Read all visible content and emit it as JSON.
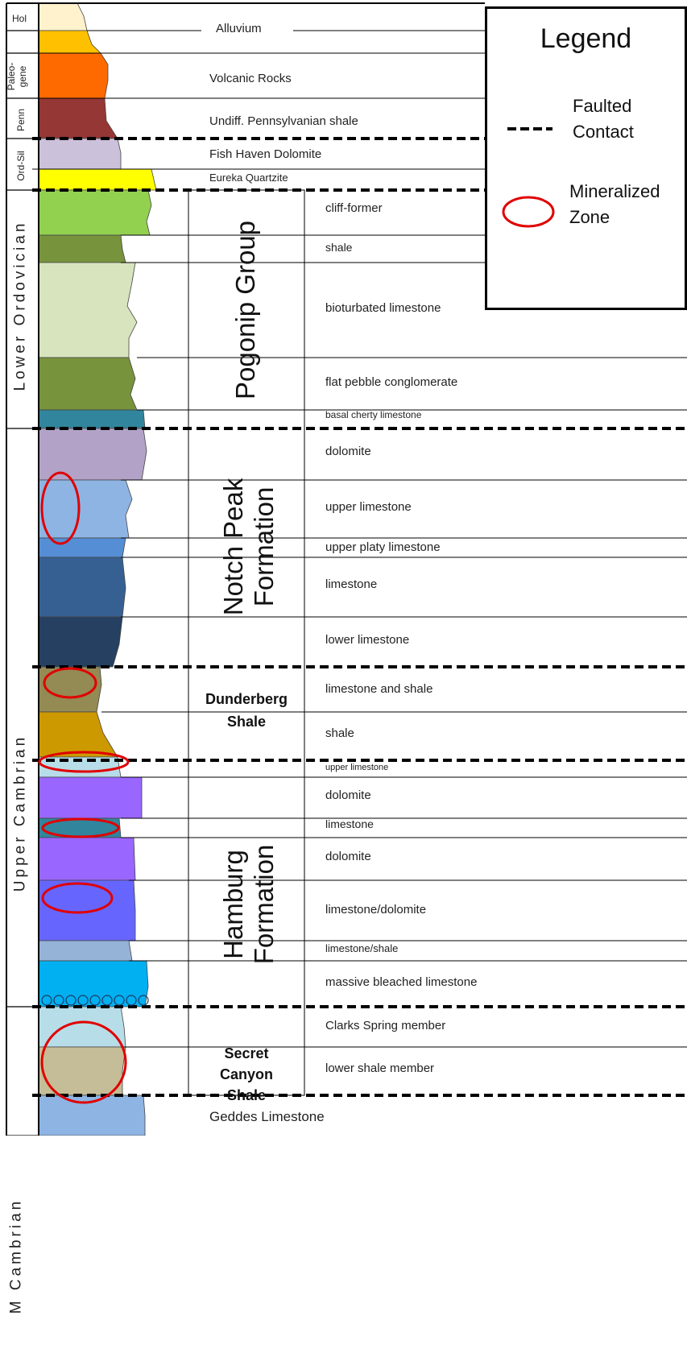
{
  "periods": [
    {
      "key": "hol",
      "label": "Hol"
    },
    {
      "key": "paleo",
      "label": "Paleo-"
    },
    {
      "key": "paleo2",
      "label": "gene"
    },
    {
      "key": "penn",
      "label": "Penn"
    },
    {
      "key": "ordsil",
      "label": "Ord-Sil"
    },
    {
      "key": "lord",
      "label": "Lower Ordovician"
    },
    {
      "key": "ucamb",
      "label": "Upper Cambrian"
    },
    {
      "key": "mcamb",
      "label": "M Cambrian"
    }
  ],
  "formations": {
    "pogonip": "Pogonip Group",
    "notch1": "Notch Peak",
    "notch2": "Formation",
    "dunder1": "Dunderberg",
    "dunder2": "Shale",
    "hamburg1": "Hamburg",
    "hamburg2": "Formation",
    "secret1": "Secret",
    "secret2": "Canyon",
    "secret3": "Shale"
  },
  "units": {
    "alluvium": "Alluvium",
    "volcanic": "Volcanic Rocks",
    "penn_shale": "Undiff. Pennsylvanian shale",
    "fish_haven": "Fish Haven Dolomite",
    "eureka": "Eureka Quartzite",
    "cliff_former": "cliff-former",
    "shale_pog": "shale",
    "bioturbated": "bioturbated limestone",
    "flat_pebble": "flat pebble conglomerate",
    "basal_cherty": "basal cherty limestone",
    "np_dolomite": "dolomite",
    "np_upper_ls": "upper limestone",
    "np_upper_platy": "upper platy limestone",
    "np_limestone": "limestone",
    "np_lower_ls": "lower limestone",
    "db_ls_shale": "limestone and shale",
    "db_shale": "shale",
    "hb_upper_ls": "upper limestone",
    "hb_dolomite1": "dolomite",
    "hb_limestone": "limestone",
    "hb_dolomite2": "dolomite",
    "hb_ls_dol": "limestone/dolomite",
    "hb_ls_shale": "limestone/shale",
    "hb_massive": "massive bleached limestone",
    "sc_clarks": "Clarks Spring member",
    "sc_lower": "lower shale member",
    "geddes": "Geddes Limestone"
  },
  "legend": {
    "title": "Legend",
    "faulted1": "Faulted",
    "faulted2": "Contact",
    "mineral1": "Mineralized",
    "mineral2": "Zone"
  },
  "colors": {
    "alluvium": "#FFF2CC",
    "alluvium_low": "#FFC000",
    "volcanic": "#FF6A00",
    "penn": "#953735",
    "fish_haven": "#CCC1DA",
    "eureka": "#FFFF00",
    "cliff_former": "#92D050",
    "pog_shale": "#77933C",
    "bioturbated": "#D7E4BD",
    "flat_pebble": "#77933C",
    "basal_cherty": "#31859C",
    "np_dolomite": "#B3A2C7",
    "np_upper_ls": "#8EB4E3",
    "np_upper_platy": "#558ED5",
    "np_limestone": "#376092",
    "np_lower_ls": "#254061",
    "db_ls_shale": "#948A54",
    "db_shale": "#CC9900",
    "hb_upper_ls": "#B7DDE8",
    "hb_dolomite": "#9966FF",
    "hb_limestone": "#31859C",
    "hb_ls_dol": "#6666FF",
    "hb_ls_shale": "#95B3D7",
    "hb_massive": "#00B0F0",
    "sc_clarks": "#B7DDE8",
    "sc_lower": "#C4BD97",
    "geddes": "#8EB4E3",
    "mineralized": "#E00000"
  }
}
